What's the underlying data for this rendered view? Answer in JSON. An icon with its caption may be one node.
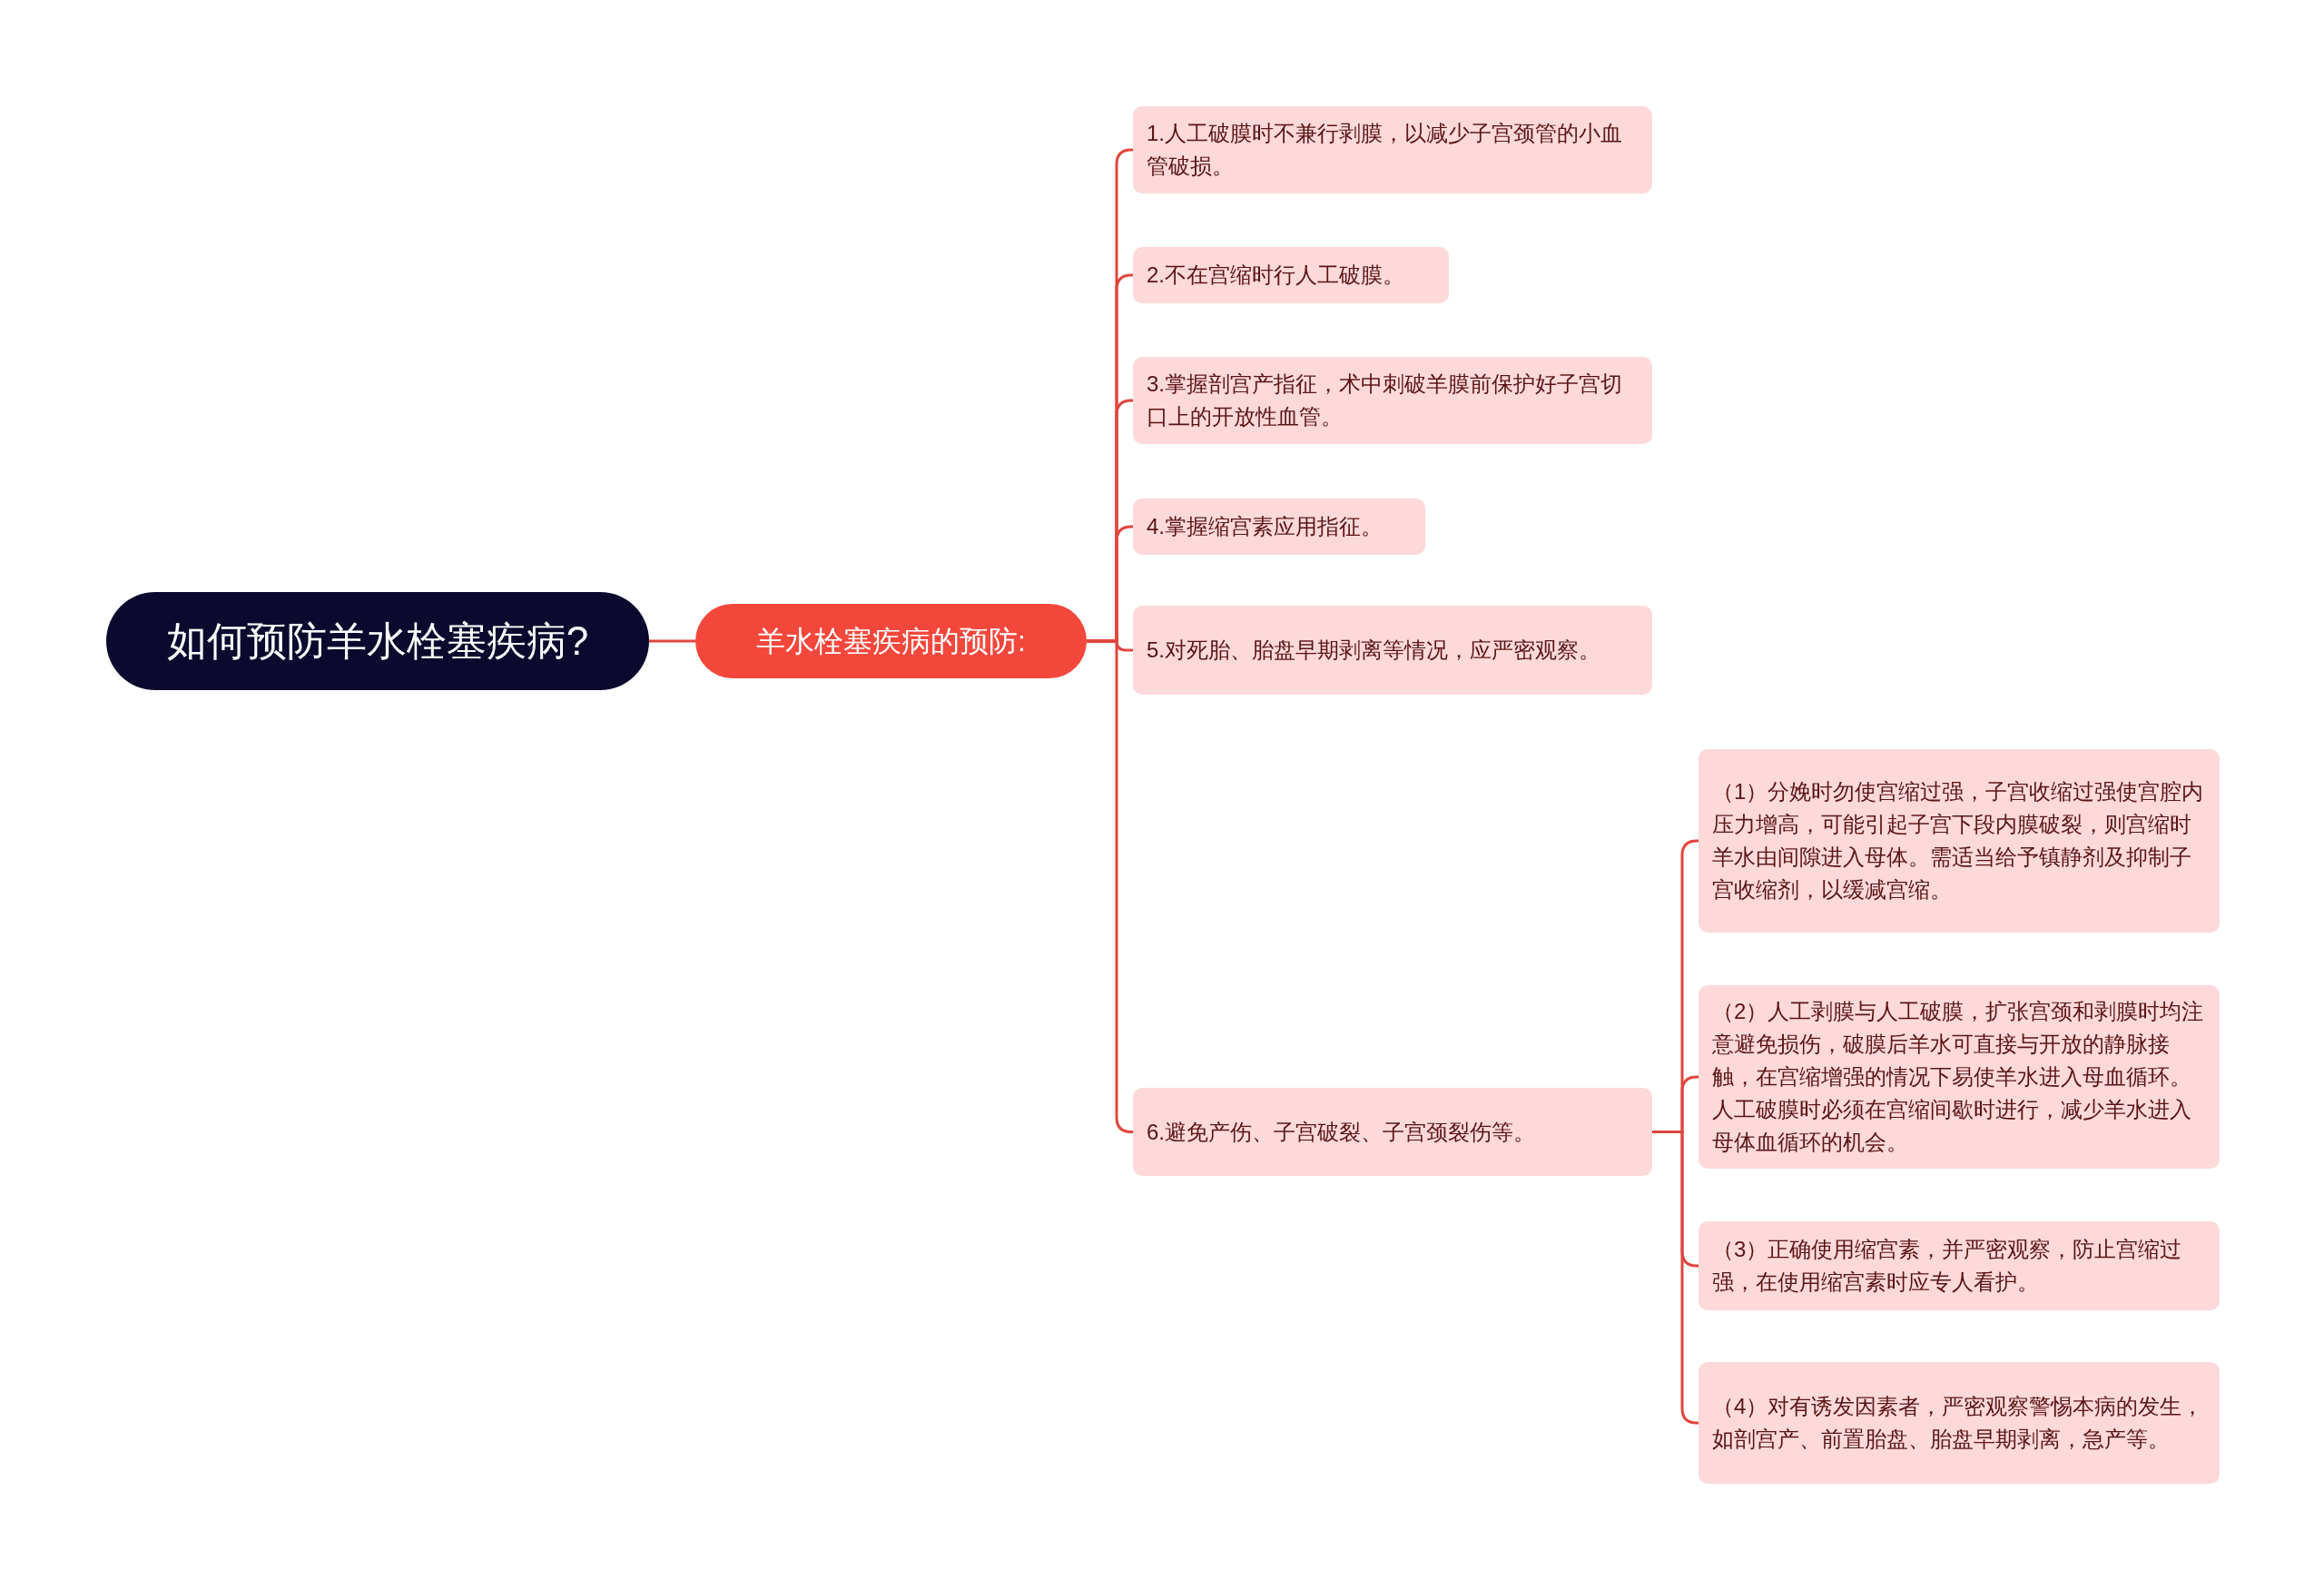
{
  "diagram": {
    "nodes": [
      {
        "text": [
          "如何预防羊水栓塞疾病?"
        ]
      },
      {
        "text": [
          "羊水栓塞疾病的预防:"
        ]
      },
      {
        "text": [
          "1.人工破膜时不兼行剥膜，以减少子宫颈管的小血管破损。"
        ]
      },
      {
        "text": [
          "2.不在宫缩时行人工破膜。"
        ]
      },
      {
        "text": [
          "3.掌握剖宫产指征，术中刺破羊膜前保护好子宫切口上的开放性血管。"
        ]
      },
      {
        "text": [
          "4.掌握缩宫素应用指征。"
        ]
      },
      {
        "text": [
          "5.对死胎、胎盘早期剥离等情况，应严密观察。"
        ]
      },
      {
        "text": [
          "6.避免产伤、子宫破裂、子宫颈裂伤等。"
        ]
      },
      {
        "text": [
          "（1）分娩时勿使宫缩过强，子宫收缩过强使宫腔内压力增高，可能引起子宫下段内膜破裂，则宫缩时羊水由间隙进入母体。需适当给予镇静剂及抑制子宫收缩剂，以缓减宫缩。"
        ]
      },
      {
        "text": [
          "（2）人工剥膜与人工破膜，扩张宫颈和剥膜时均注意避免损伤，破膜后羊水可直接与开放的静脉接触，在宫缩增强的情况下易使羊水进入母血循环。人工破膜时必须在宫缩间歇时进行，减少羊水进入母体血循环的机会。"
        ]
      },
      {
        "text": [
          "（3）正确使用缩宫素，并严密观察，防止宫缩过强，在使用缩宫素时应专人看护。"
        ]
      },
      {
        "text": [
          "（4）对有诱发因素者，严密观察警惕本病的发生，如剖宫产、前置胎盘、胎盘早期剥离，急产等。"
        ]
      }
    ],
    "edges": [
      {
        "from": 0,
        "to": 1,
        "arrow": "none"
      },
      {
        "from": 1,
        "to": 2,
        "arrow": "none"
      },
      {
        "from": 1,
        "to": 3,
        "arrow": "none"
      },
      {
        "from": 1,
        "to": 4,
        "arrow": "none"
      },
      {
        "from": 1,
        "to": 5,
        "arrow": "none"
      },
      {
        "from": 1,
        "to": 6,
        "arrow": "none"
      },
      {
        "from": 1,
        "to": 7,
        "arrow": "none"
      },
      {
        "from": 7,
        "to": 8,
        "arrow": "none"
      },
      {
        "from": 7,
        "to": 9,
        "arrow": "none"
      },
      {
        "from": 7,
        "to": 10,
        "arrow": "none"
      },
      {
        "from": 7,
        "to": 11,
        "arrow": "none"
      }
    ]
  }
}
